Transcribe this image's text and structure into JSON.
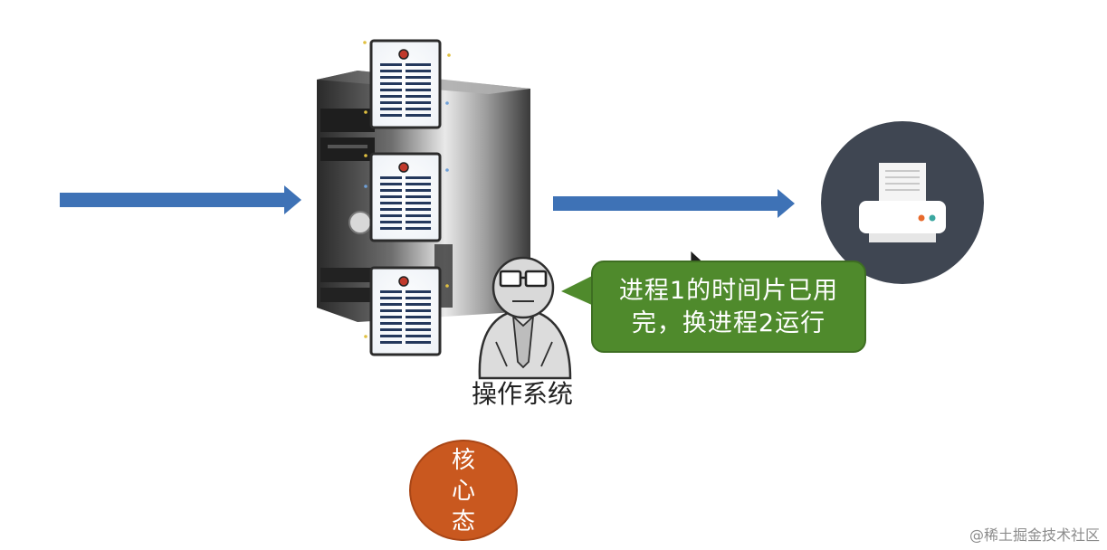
{
  "diagram": {
    "speech_bubble": {
      "line1": "进程1的时间片已用",
      "line2": "完，换进程2运行"
    },
    "os_label": "操作系统",
    "kernel_mode": {
      "char1": "核",
      "char2": "心",
      "char3": "态"
    },
    "icons": {
      "left_arrow": "arrow-right-icon",
      "right_arrow": "arrow-right-icon",
      "server": "server-tower-icon",
      "documents": "document-icon",
      "person": "person-with-glasses-icon",
      "printer": "printer-icon",
      "cursor": "mouse-cursor-icon"
    },
    "colors": {
      "arrow": "#3e72b6",
      "bubble": "#4f8a2c",
      "kernel_circle": "#c9581f",
      "printer_circle": "#3f4652"
    }
  },
  "watermark": "@稀土掘金技术社区"
}
